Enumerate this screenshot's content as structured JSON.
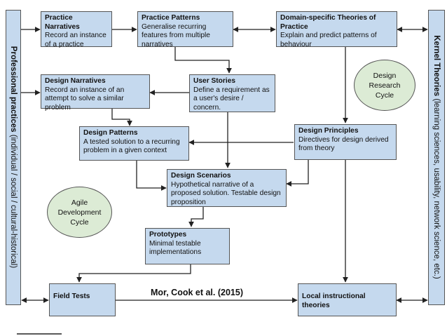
{
  "side_left": {
    "title": "Professional practices",
    "subtitle": "(individual / social / cultural-historical)"
  },
  "side_right": {
    "title": "Kernel Theories",
    "subtitle": "(learning sciences, usability, network science, etc.)"
  },
  "boxes": {
    "practice_narratives": {
      "title": "Practice Narratives",
      "desc": "Record an instance of a practice"
    },
    "practice_patterns": {
      "title": "Practice Patterns",
      "desc": "Generalise recurring features from multiple narratives"
    },
    "domain_theories": {
      "title": "Domain-specific Theories of Practice",
      "desc": "Explain and predict patterns of behaviour"
    },
    "design_narratives": {
      "title": "Design Narratives",
      "desc": "Record an instance of an attempt to solve a similar problem"
    },
    "user_stories": {
      "title": "User Stories",
      "desc": "Define a requirement as a user's desire / concern."
    },
    "design_patterns": {
      "title": "Design Patterns",
      "desc": "A tested solution to a recurring problem in a given context"
    },
    "design_principles": {
      "title": "Design Principles",
      "desc": "Directives for design derived from theory"
    },
    "design_scenarios": {
      "title": "Design Scenarios",
      "desc": "Hypothetical narrative of a proposed solution. Testable design proposition"
    },
    "prototypes": {
      "title": "Prototypes",
      "desc": "Minimal testable implementations"
    },
    "field_tests": {
      "title": "Field Tests"
    },
    "local_theories": {
      "title": "Local instructional theories"
    }
  },
  "cycles": {
    "design_research": "Design Research Cycle",
    "agile_development": "Agile Development Cycle"
  },
  "citation": "Mor, Cook et al. (2015)",
  "colors": {
    "box_fill": "#c5d9ee",
    "ellipse_fill": "#dcebd5",
    "line": "#222222"
  }
}
